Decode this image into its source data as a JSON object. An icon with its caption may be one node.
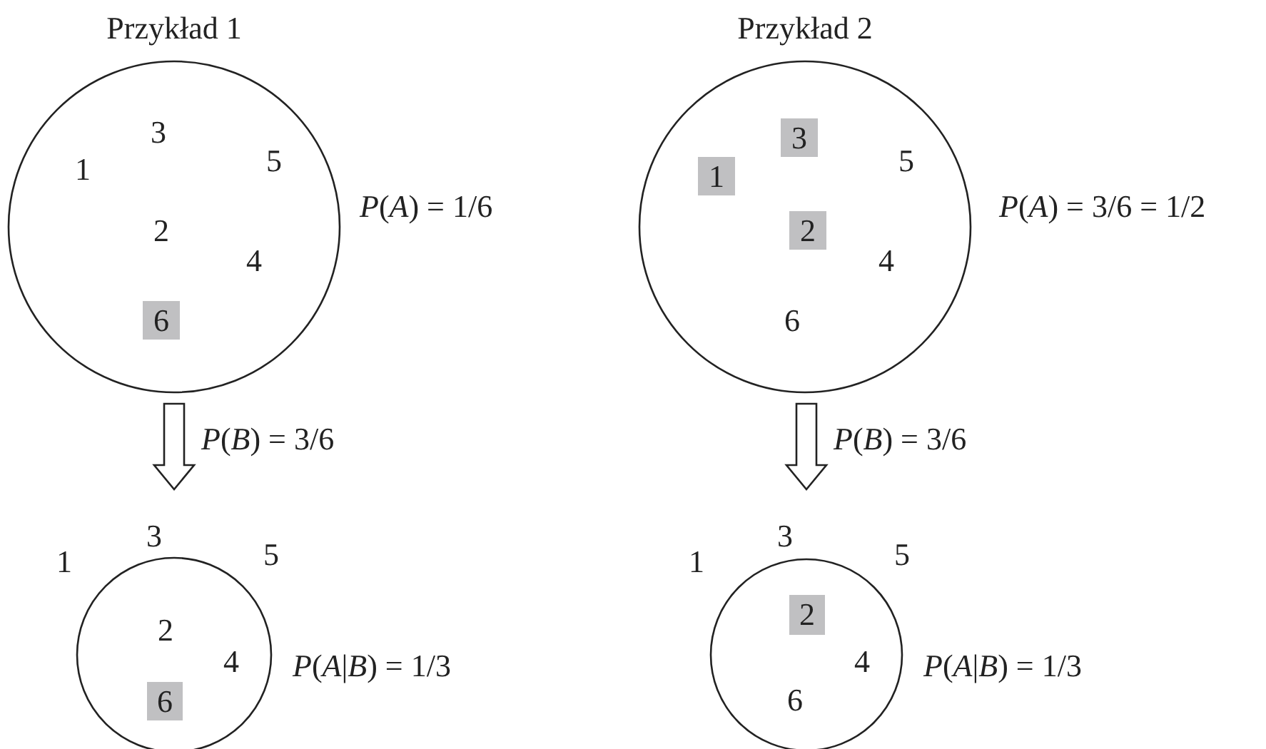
{
  "diagram": {
    "nodes": [
      {
        "text": [
          "Przykład 1"
        ],
        "beside": [
          "*P*(*A*) = 1/6"
        ]
      },
      {
        "text": [
          "6"
        ],
        "in": 0
      },
      {
        "text": [
          "Przykład 2"
        ],
        "beside": [
          "*P*(*A*) = 3/6 = 1/2"
        ]
      },
      {
        "text": [
          "3"
        ],
        "in": 2
      },
      {
        "text": [
          "1"
        ],
        "in": 2
      },
      {
        "text": [
          "2"
        ],
        "in": 2
      },
      {
        "text": [],
        "shape": "circle",
        "beside": [
          "*P*(*A*|*B*) = 1/3"
        ]
      },
      {
        "text": [
          "6"
        ],
        "in": 6
      },
      {
        "text": [],
        "shape": "circle",
        "beside": [
          "*P*(*A*|*B*) = 1/3"
        ]
      },
      {
        "text": [
          "2"
        ],
        "in": 8
      }
    ],
    "edges": [
      {
        "from": 0,
        "to": 6,
        "arrow": "to",
        "label": "*P*(*B*) = 3/6"
      },
      {
        "from": 2,
        "to": 8,
        "arrow": "to",
        "label": "*P*(*B*) = 3/6"
      }
    ],
    "labels": [
      "3",
      "1",
      "5",
      "2",
      "4",
      "5",
      "4",
      "6",
      "3",
      "1",
      "5",
      "2",
      "4",
      "3",
      "1",
      "5",
      "4",
      "6"
    ]
  }
}
